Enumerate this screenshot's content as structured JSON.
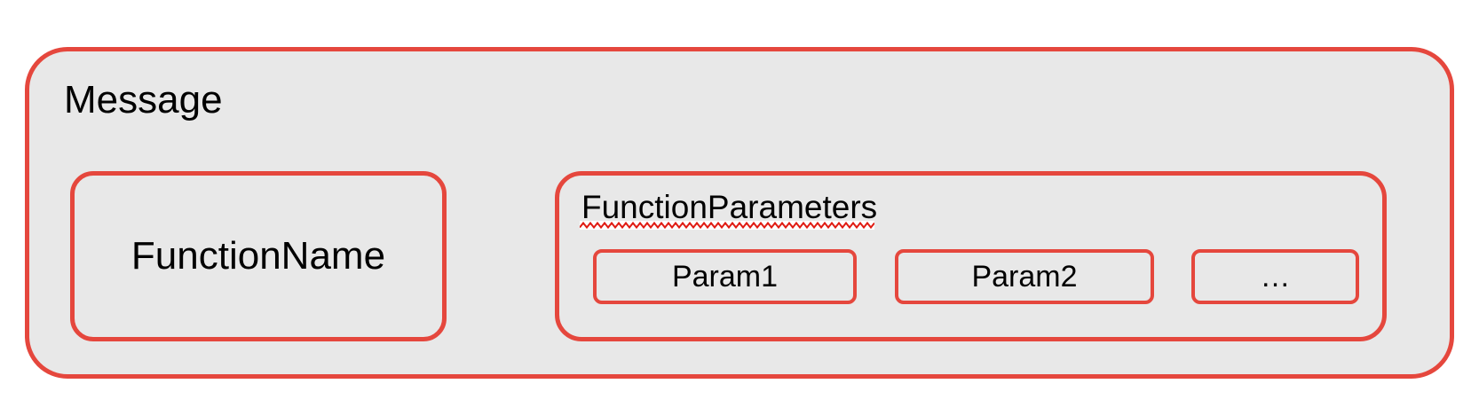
{
  "diagram": {
    "outer_box": {
      "label": "Message"
    },
    "function_name_box": {
      "label": "FunctionName"
    },
    "function_parameters_box": {
      "label": "FunctionParameters",
      "has_spellcheck_underline": true,
      "params": [
        "Param1",
        "Param2",
        "…"
      ]
    }
  },
  "colors": {
    "background": "#ffffff",
    "box_fill": "#e8e8e8",
    "box_border": "#e5473d",
    "squiggle_red": "#e01b12",
    "text": "#000000"
  }
}
